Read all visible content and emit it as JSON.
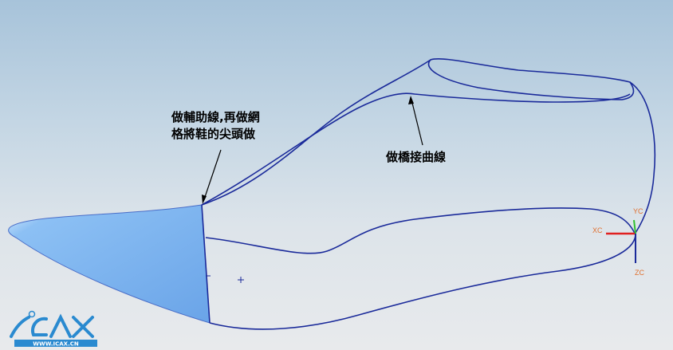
{
  "annotations": {
    "toe_note_line1": "做輔助線,再做網",
    "toe_note_line2": "格將鞋的尖頭做",
    "bridge_note": "做橋接曲線"
  },
  "triad": {
    "x_label": "XC",
    "y_label": "YC",
    "z_label": "ZC"
  },
  "logo": {
    "text": "ICAX",
    "url_text": "WWW.ICAX.CN"
  },
  "colors": {
    "curve": "#1a2a9a",
    "surface": "#7fb4ee",
    "x_axis": "#e02020",
    "y_axis": "#30c030"
  }
}
